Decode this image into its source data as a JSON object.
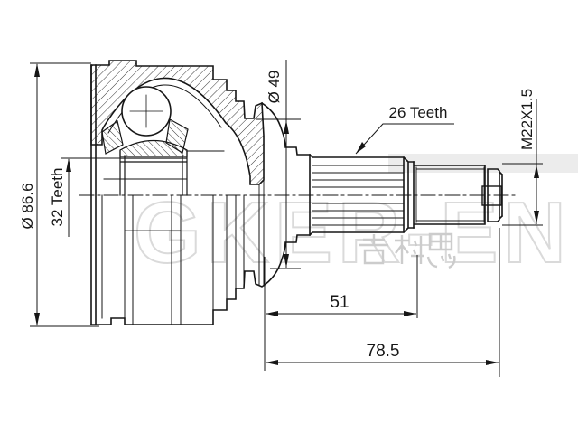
{
  "drawing": {
    "type": "technical-drawing",
    "subject": "CV joint outer race with splined shaft",
    "dimensions": {
      "outer_diameter": "Ø 86.6",
      "inner_spline": "32 Teeth",
      "boot_seat_diameter": "Ø 49",
      "outer_spline": "26 Teeth",
      "thread": "M22X1.5",
      "spline_length": "51",
      "total_length": "78.5"
    },
    "values": {
      "outer_diameter_mm": 86.6,
      "inner_spline_teeth": 32,
      "boot_seat_diameter_mm": 49,
      "outer_spline_teeth": 26,
      "thread_spec": "M22X1.5",
      "spline_length_mm": 51,
      "total_length_mm": 78.5
    },
    "colors": {
      "line": "#161616",
      "background": "#ffffff",
      "watermark": "#d9d9d9"
    }
  },
  "watermark": {
    "brand": "GKER-EN",
    "cjk": "吉科恩"
  }
}
